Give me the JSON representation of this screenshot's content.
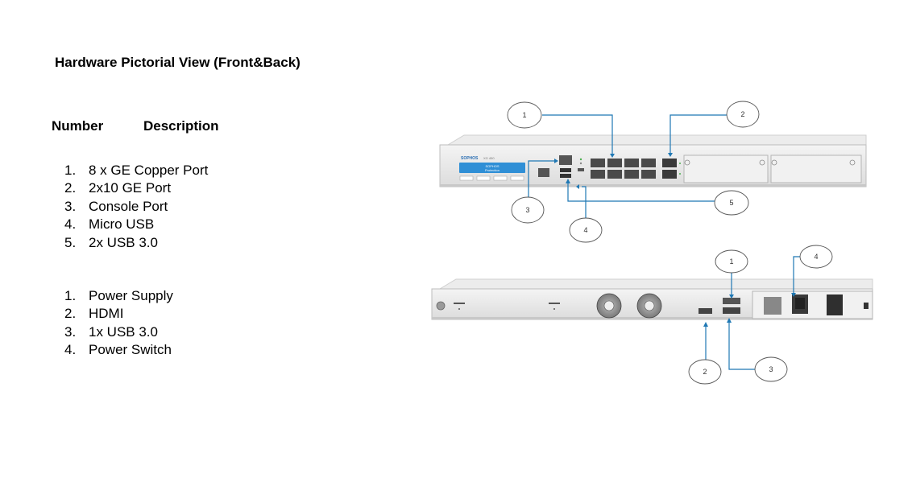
{
  "title": "Hardware Pictorial View (Front&Back)",
  "headers": {
    "number": "Number",
    "description": "Description"
  },
  "front_list": [
    {
      "num": "1.",
      "text": "8 x GE Copper Port"
    },
    {
      "num": "2.",
      "text": "2x10 GE Port"
    },
    {
      "num": "3.",
      "text": "Console Port"
    },
    {
      "num": "4.",
      "text": "Micro USB"
    },
    {
      "num": "5.",
      "text": "2x USB 3.0"
    }
  ],
  "back_list": [
    {
      "num": "1.",
      "text": "Power Supply"
    },
    {
      "num": "2.",
      "text": "HDMI"
    },
    {
      "num": "3.",
      "text": "1x USB 3.0"
    },
    {
      "num": "4.",
      "text": "Power Switch"
    }
  ],
  "front_panel": {
    "brand": "SOPHOS",
    "model": "XG 450",
    "display_line1": "SOPHOS",
    "display_line2": "Protection",
    "callouts": [
      "1",
      "2",
      "3",
      "4",
      "5"
    ]
  },
  "back_panel": {
    "callouts": [
      "1",
      "2",
      "3",
      "4"
    ]
  },
  "colors": {
    "callout_line": "#1f78b4",
    "chassis": "#e6e6e6",
    "display": "#2f8fd6"
  }
}
